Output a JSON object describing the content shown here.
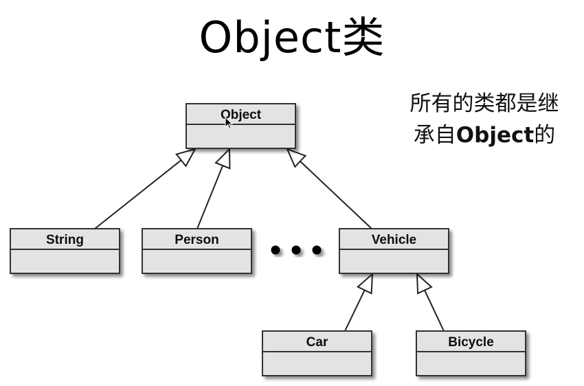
{
  "slide": {
    "title": "Object类",
    "note_line1": "所有的类都是继",
    "note_line2_prefix": "承自",
    "note_line2_bold": "Object",
    "note_line2_suffix": "的"
  },
  "diagram": {
    "root": "Object",
    "classes": [
      {
        "id": "object",
        "name": "Object"
      },
      {
        "id": "string",
        "name": "String",
        "parent": "Object"
      },
      {
        "id": "person",
        "name": "Person",
        "parent": "Object"
      },
      {
        "id": "vehicle",
        "name": "Vehicle",
        "parent": "Object"
      },
      {
        "id": "car",
        "name": "Car",
        "parent": "Vehicle"
      },
      {
        "id": "bicycle",
        "name": "Bicycle",
        "parent": "Vehicle"
      }
    ],
    "ellipsis": "• • •",
    "colors": {
      "box_fill": "#e3e3e3",
      "box_stroke": "#333333",
      "line": "#222222"
    }
  }
}
